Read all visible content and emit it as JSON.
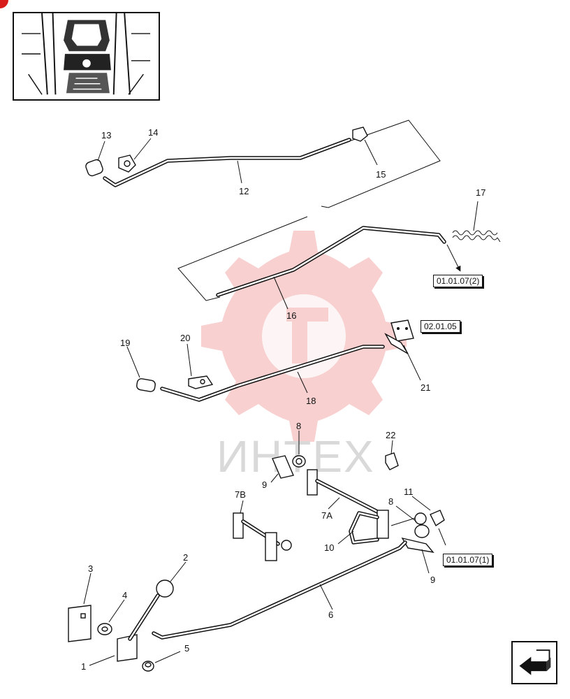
{
  "references": {
    "ref_17": "01.01.07(2)",
    "ref_21": "02.01.05",
    "ref_11": "01.01.07(1)"
  },
  "watermark": {
    "text": "ИНТЕХ",
    "color": "#f4aaaa"
  },
  "callouts": {
    "c1": "1",
    "c2": "2",
    "c3": "3",
    "c4": "4",
    "c5": "5",
    "c6": "6",
    "c7a": "7A",
    "c7b": "7B",
    "c8a": "8",
    "c8b": "8",
    "c9a": "9",
    "c9b": "9",
    "c10": "10",
    "c11": "11",
    "c12": "12",
    "c13": "13",
    "c14": "14",
    "c15": "15",
    "c16": "16",
    "c17": "17",
    "c18": "18",
    "c19": "19",
    "c20": "20",
    "c21": "21",
    "c22": "22"
  },
  "icons": {
    "thumbnail": "tractor-seat-thumbnail-icon",
    "nav": "page-turn-arrow-icon"
  }
}
